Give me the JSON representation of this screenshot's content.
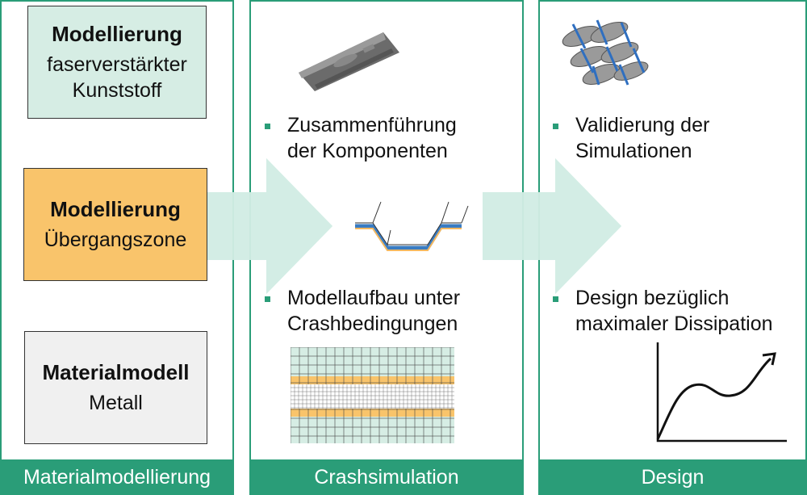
{
  "columns": [
    {
      "footer": "Materialmodellierung"
    },
    {
      "footer": "Crashsimulation"
    },
    {
      "footer": "Design"
    }
  ],
  "boxes": [
    {
      "title": "Modellierung",
      "line1": "faserverstärkter",
      "line2": "Kunststoff",
      "fill": "#d6ede4"
    },
    {
      "title": "Modellierung",
      "line1": "Übergangszone",
      "line2": "",
      "fill": "#f9c46b"
    },
    {
      "title": "Materialmodell",
      "line1": "Metall",
      "line2": "",
      "fill": "#f0f0f0"
    }
  ],
  "crash_bullets": [
    {
      "line1": "Zusammenführung",
      "line2": "der Komponenten"
    },
    {
      "line1": "Modellaufbau unter",
      "line2": "Crashbedingungen"
    }
  ],
  "design_bullets": [
    {
      "line1": "Validierung der",
      "line2": "Simulationen"
    },
    {
      "line1": "Design bezüglich",
      "line2": "maximaler Dissipation"
    }
  ],
  "colors": {
    "accent": "#2a9d78",
    "arrow": "#d3ede5",
    "orange": "#f9c46b",
    "mint": "#d6ede4"
  }
}
